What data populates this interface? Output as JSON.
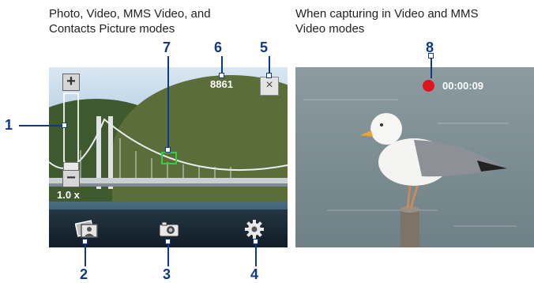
{
  "captions": {
    "left": "Photo, Video, MMS Video, and\nContacts Picture modes",
    "right": "When capturing in Video and MMS\nVideo modes"
  },
  "callouts": [
    "1",
    "2",
    "3",
    "4",
    "5",
    "6",
    "7",
    "8"
  ],
  "camera_screen": {
    "zoom_in_icon": "+",
    "zoom_out_icon": "−",
    "zoom_level": "1.0 x",
    "remaining_shots": "8861",
    "close_icon": "×"
  },
  "video_screen": {
    "recording_time": "00:00:09"
  },
  "colors": {
    "callout": "#0d3a86",
    "focus": "#2fd23b",
    "record": "#e0141e"
  }
}
